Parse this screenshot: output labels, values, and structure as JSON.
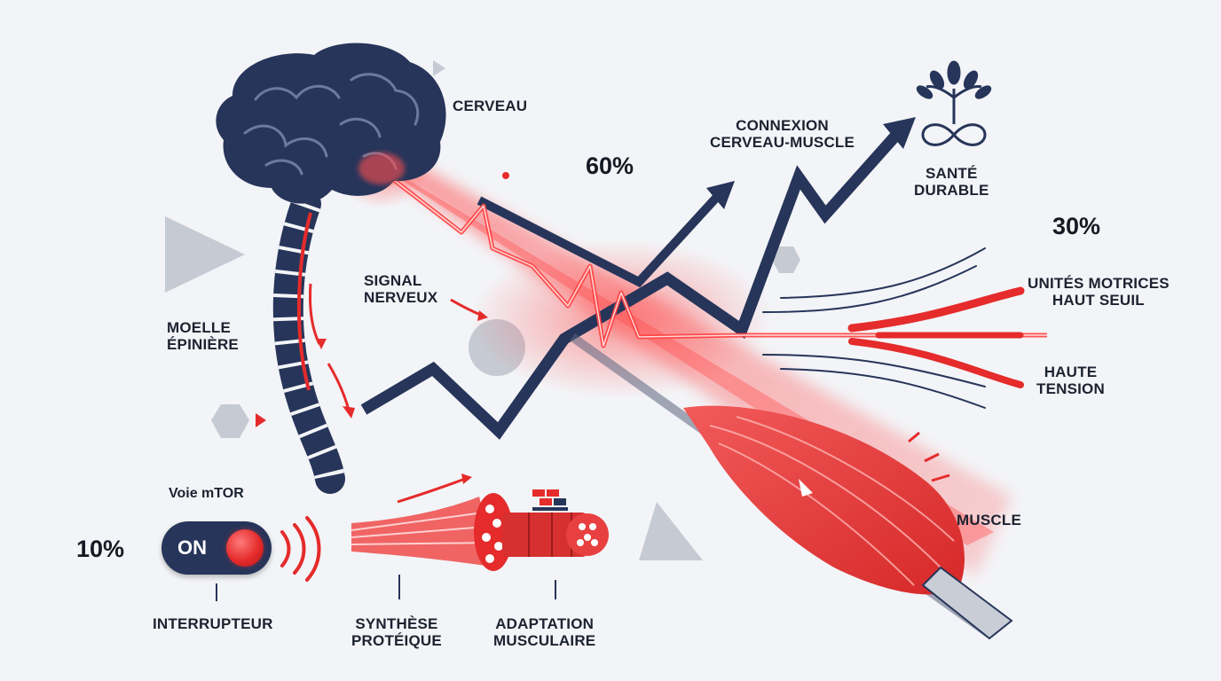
{
  "labels": {
    "cerveau": "CERVEAU",
    "connexion_line1": "CONNEXION",
    "connexion_line2": "CERVEAU-MUSCLE",
    "sante_line1": "SANTÉ",
    "sante_line2": "DURABLE",
    "signal_line1": "SIGNAL",
    "signal_line2": "NERVEUX",
    "moelle_line1": "MOELLE",
    "moelle_line2": "ÉPINIÈRE",
    "unites_line1": "UNITÉS MOTRICES",
    "unites_line2": "HAUT SEUIL",
    "tension_line1": "HAUTE",
    "tension_line2": "TENSION",
    "muscle": "MUSCLE",
    "voie": "Voie mTOR",
    "toggle_state": "ON",
    "interrupteur": "INTERRUPTEUR",
    "synthese_line1": "SYNTHÈSE",
    "synthese_line2": "PROTÉIQUE",
    "adaptation_line1": "ADAPTATION",
    "adaptation_line2": "MUSCULAIRE"
  },
  "percentages": {
    "connexion": "60%",
    "unites": "30%",
    "mtor": "10%"
  },
  "colors": {
    "navy": "#27355a",
    "red": "#e52b2b",
    "gray_shape": "#c6cad3",
    "background": "#f3f4f7"
  },
  "icons": {
    "brand": "tree-infinity-icon"
  }
}
